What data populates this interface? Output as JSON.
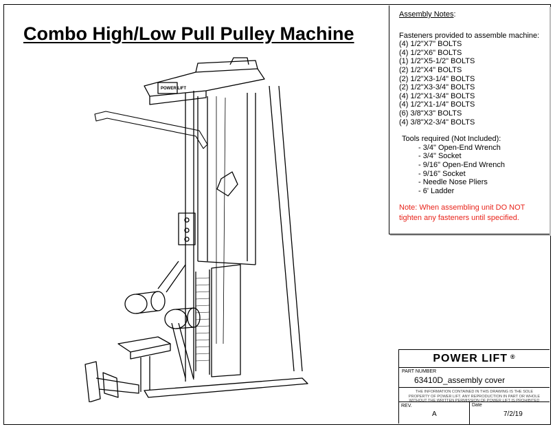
{
  "title": "Combo High/Low Pull Pulley Machine",
  "assembly_notes": {
    "heading": "Assembly Notes",
    "heading_suffix": ":",
    "fasteners_intro": "Fasteners provided to assemble machine:",
    "fasteners": [
      "(4) 1/2\"X7\" BOLTS",
      "(4) 1/2\"X6\" BOLTS",
      "(1) 1/2\"X5-1/2\" BOLTS",
      "(2) 1/2\"X4\" BOLTS",
      "(2) 1/2\"X3-1/4\" BOLTS",
      "(2) 1/2\"X3-3/4\" BOLTS",
      "(4) 1/2\"X1-3/4\" BOLTS",
      "(4) 1/2\"X1-1/4\" BOLTS",
      "(6) 3/8\"X3\" BOLTS",
      "(4) 3/8\"X2-3/4\" BOLTS"
    ],
    "tools_intro": "Tools required (Not Included):",
    "tools": [
      "- 3/4\" Open-End Wrench",
      "- 3/4\" Socket",
      "- 9/16\" Open-End Wrench",
      "- 9/16\" Socket",
      "- Needle Nose Pliers",
      "- 6' Ladder"
    ],
    "warning_line1": "Note: When assembling unit DO NOT",
    "warning_line2": "tighten any fasteners until specified."
  },
  "title_block": {
    "brand": "POWER LIFT",
    "registered": "®",
    "part_number_label": "PART NUMBER",
    "part_number": "63410D_assembly cover",
    "disclaimer_line1": "THE INFORMATION CONTAINED IN THIS DRAWING IS THE SOLE",
    "disclaimer_line2": "PROPERTY OF POWER LIFT. ANY REPRODUCTION IN PART OR WHOLE",
    "disclaimer_line3": "WITHOUT THE WRITTEN PERMISSION OF POWER LIFT IS PROHIBITED",
    "rev_label": "REV.",
    "rev": "A",
    "date_label": "Date",
    "date": "7/2/19"
  },
  "machine_plate_text": "POWER LIFT",
  "colors": {
    "warning": "#e8231a",
    "line": "#000000"
  }
}
